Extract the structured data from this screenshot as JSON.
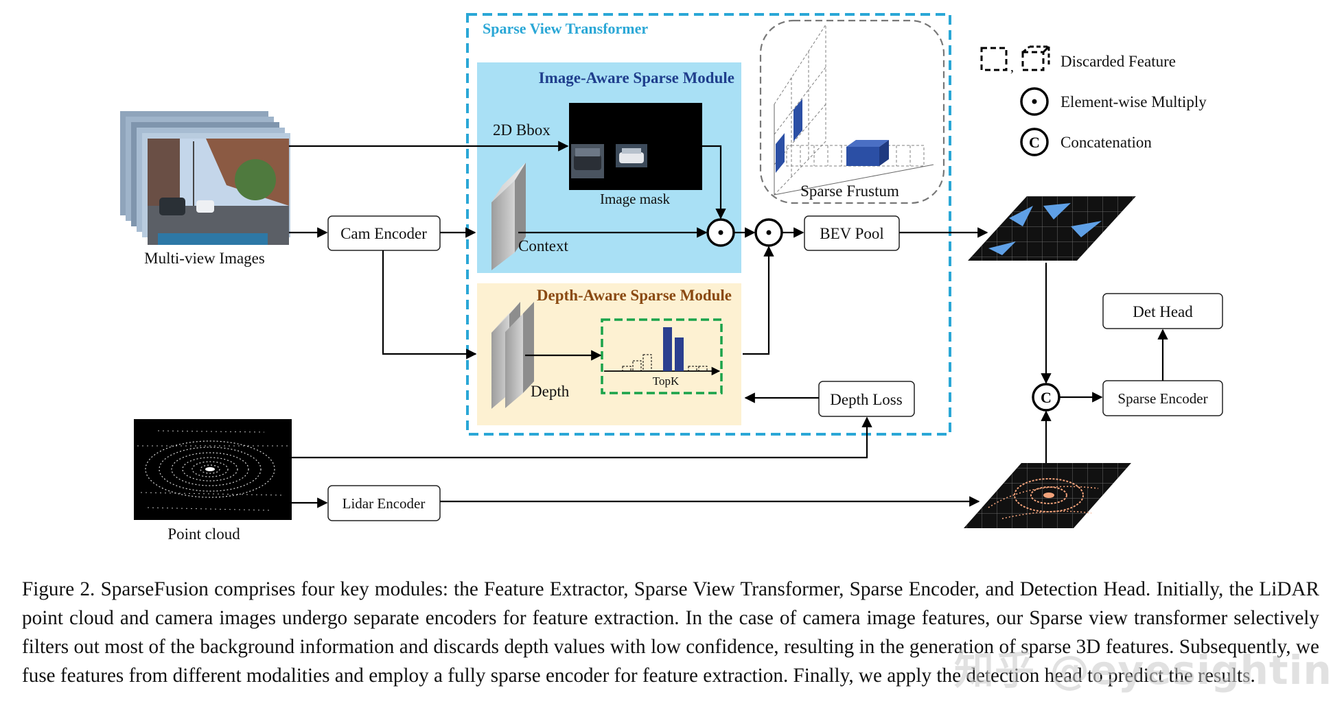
{
  "figure": {
    "svt_title": "Sparse View Transformer",
    "iasm_title": "Image-Aware Sparse Module",
    "dasm_title": "Depth-Aware Sparse Module",
    "bbox_label": "2D Bbox",
    "image_mask_label": "Image mask",
    "context_label": "Context",
    "depth_label": "Depth",
    "topk_label": "TopK",
    "sparse_frustum_label": "Sparse Frustum",
    "multi_view_label": "Multi-view Images",
    "point_cloud_label": "Point cloud",
    "cam_encoder": "Cam Encoder",
    "lidar_encoder": "Lidar Encoder",
    "bev_pool": "BEV Pool",
    "depth_loss": "Depth Loss",
    "det_head": "Det Head",
    "sparse_encoder": "Sparse Encoder",
    "concat_symbol": "C"
  },
  "legend": {
    "discarded": "Discarded Feature",
    "multiply": "Element-wise Multiply",
    "concat": "Concatenation",
    "concat_symbol": "C"
  },
  "caption": "Figure 2. SparseFusion comprises four key modules: the Feature Extractor, Sparse View Transformer, Sparse Encoder, and Detection Head. Initially, the LiDAR point cloud and camera images undergo separate encoders for feature extraction. In the case of camera image features, our Sparse view transformer selectively filters out most of the background information and discards depth values with low confidence, resulting in the generation of sparse 3D features. Subsequently, we fuse features from different modalities and employ a fully sparse encoder for feature extraction. Finally, we apply the detection head to predict the results.",
  "watermark": "知乎 @eyesighting",
  "colors": {
    "svt_border": "#2aa7d6",
    "iasm_bg": "#a9e0f5",
    "dasm_bg": "#fdf1d2",
    "iasm_title": "#1f3e8c",
    "dasm_title": "#8a4a12",
    "topk_border": "#1aa34a",
    "bar": "#2b3f8f",
    "bev_dark": "#111111",
    "bev_blue": "#5fa0e6",
    "lidar_orange": "#f2a27a"
  }
}
